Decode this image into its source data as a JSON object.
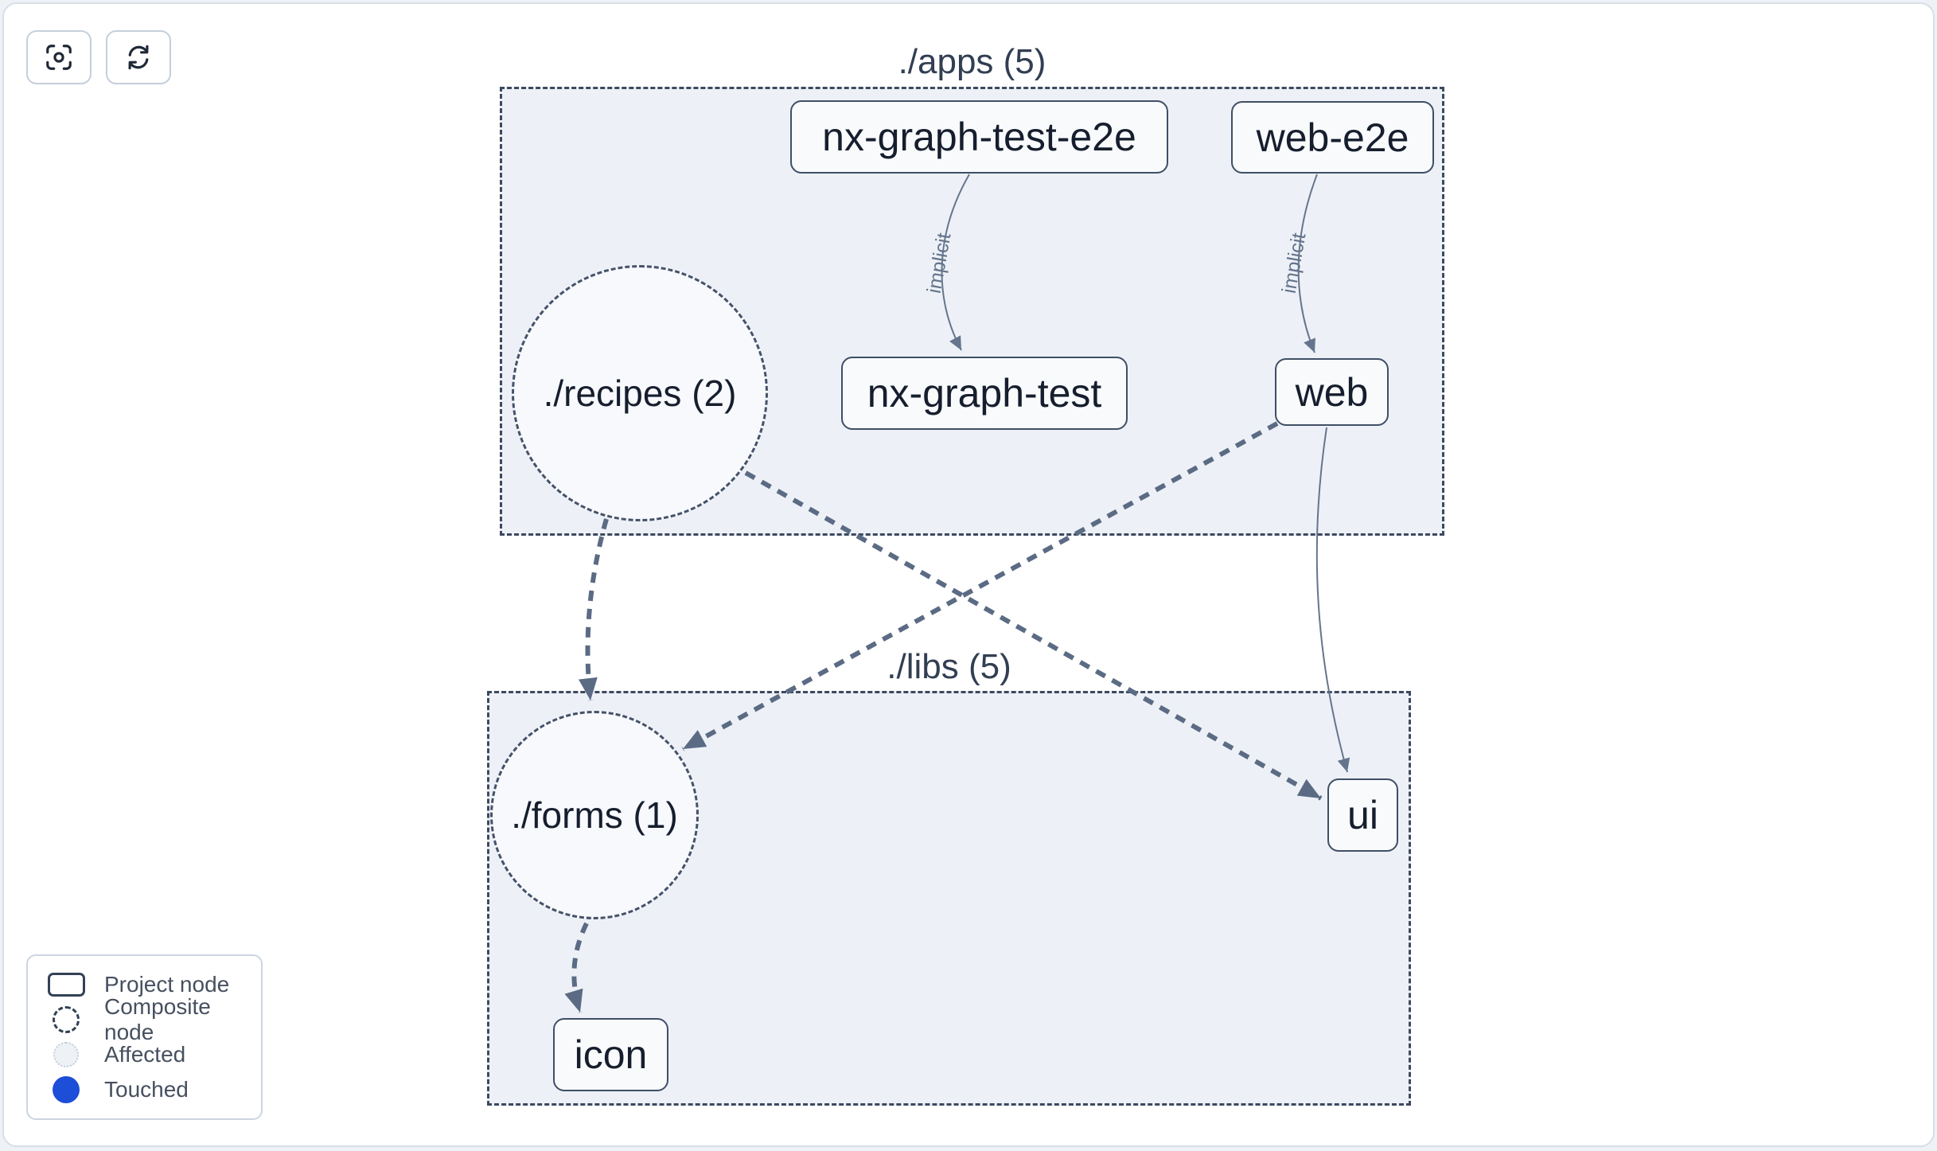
{
  "toolbar": {
    "buttons": [
      {
        "icon": "focus-target"
      },
      {
        "icon": "refresh-cycle"
      }
    ]
  },
  "groups": {
    "apps": {
      "label": "./apps (5)"
    },
    "libs": {
      "label": "./libs (5)"
    }
  },
  "nodes": {
    "nx_graph_test_e2e": {
      "label": "nx-graph-test-e2e",
      "type": "project",
      "group": "./apps"
    },
    "web_e2e": {
      "label": "web-e2e",
      "type": "project",
      "group": "./apps"
    },
    "recipes": {
      "label": "./recipes (2)",
      "type": "composite",
      "group": "./apps"
    },
    "nx_graph_test": {
      "label": "nx-graph-test",
      "type": "project",
      "group": "./apps"
    },
    "web": {
      "label": "web",
      "type": "project",
      "group": "./apps"
    },
    "forms": {
      "label": "./forms (1)",
      "type": "composite",
      "group": "./libs"
    },
    "ui": {
      "label": "ui",
      "type": "project",
      "group": "./libs"
    },
    "icon": {
      "label": "icon",
      "type": "project",
      "group": "./libs"
    }
  },
  "edges": [
    {
      "from": "nx-graph-test-e2e",
      "to": "nx-graph-test",
      "style": "thin-solid",
      "label": "implicit"
    },
    {
      "from": "web-e2e",
      "to": "web",
      "style": "thin-solid",
      "label": "implicit"
    },
    {
      "from": "./recipes (2)",
      "to": "./forms (1)",
      "style": "thick-dashed"
    },
    {
      "from": "./recipes (2)",
      "to": "ui",
      "style": "thick-dashed"
    },
    {
      "from": "web",
      "to": "./forms (1)",
      "style": "thick-dashed"
    },
    {
      "from": "web",
      "to": "ui",
      "style": "thin-solid"
    },
    {
      "from": "./forms (1)",
      "to": "icon",
      "style": "thick-dashed"
    }
  ],
  "legend": {
    "items": [
      {
        "swatch": "project-node",
        "label": "Project node"
      },
      {
        "swatch": "composite-node",
        "label": "Composite node"
      },
      {
        "swatch": "affected",
        "label": "Affected"
      },
      {
        "swatch": "touched",
        "label": "Touched"
      }
    ]
  },
  "colors": {
    "touched_blue": "#1d4ed8",
    "edge": "#5b6b84",
    "thin_edge": "#66758d",
    "container_fill": "#edf1f7",
    "node_fill": "#f8fafc"
  }
}
